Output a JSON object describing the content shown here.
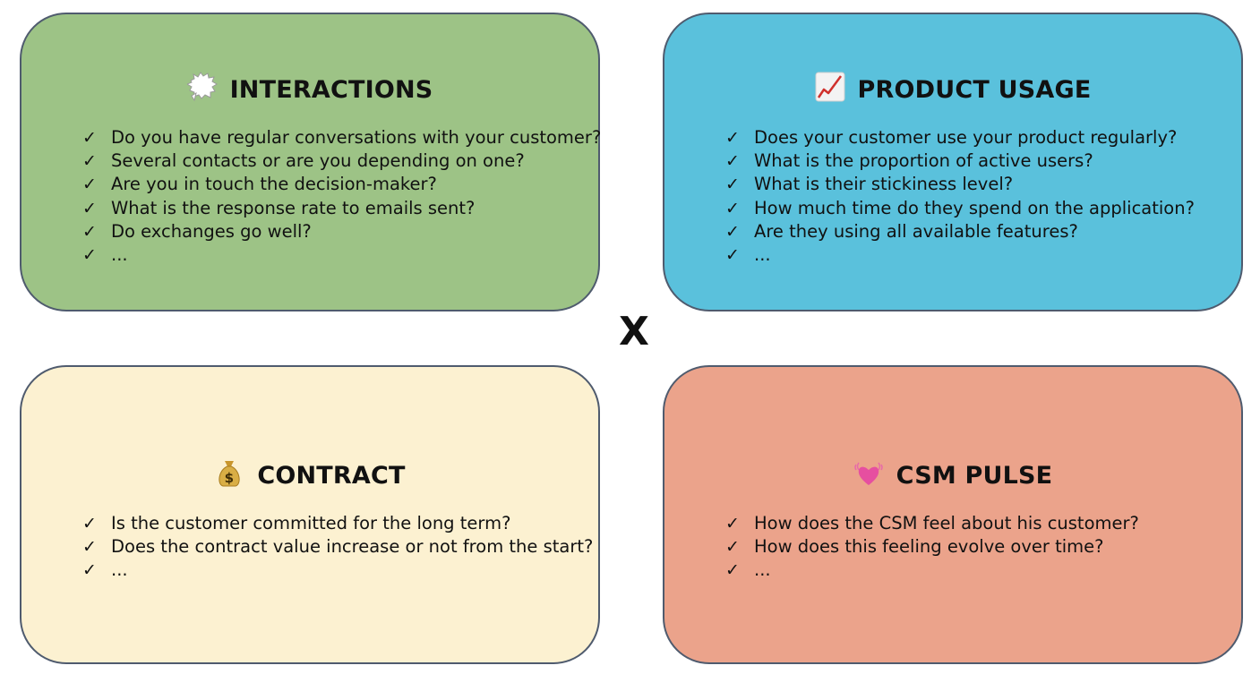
{
  "colors": {
    "interactions_bg": "#9dc386",
    "product_usage_bg": "#5ac1dc",
    "contract_bg": "#fcf1d1",
    "csm_pulse_bg": "#eba38b",
    "border": "#4f5b6e"
  },
  "separator": "X",
  "check_symbol": "✓",
  "cards": [
    {
      "id": "interactions",
      "icon": "speech-balloon-icon",
      "title": "INTERACTIONS",
      "items": [
        "Do you have regular conversations with your customer?",
        "Several contacts or are you depending on one?",
        "Are you in touch the decision-maker?",
        "What is the response rate to emails sent?",
        "Do exchanges go well?",
        "..."
      ]
    },
    {
      "id": "product-usage",
      "icon": "chart-increasing-icon",
      "title": "PRODUCT USAGE",
      "items": [
        "Does your customer use your product regularly?",
        "What is the proportion of active users?",
        "What is their stickiness level?",
        "How much time do they spend on the application?",
        "Are they using all available features?",
        "..."
      ]
    },
    {
      "id": "contract",
      "icon": "money-bag-icon",
      "title": "CONTRACT",
      "items": [
        "Is the customer committed for the long term?",
        "Does the contract value increase or not from the start?",
        "..."
      ]
    },
    {
      "id": "csm-pulse",
      "icon": "beating-heart-icon",
      "title": "CSM PULSE",
      "items": [
        "How does the CSM feel about his customer?",
        "How does this feeling evolve over time?",
        "..."
      ]
    }
  ]
}
